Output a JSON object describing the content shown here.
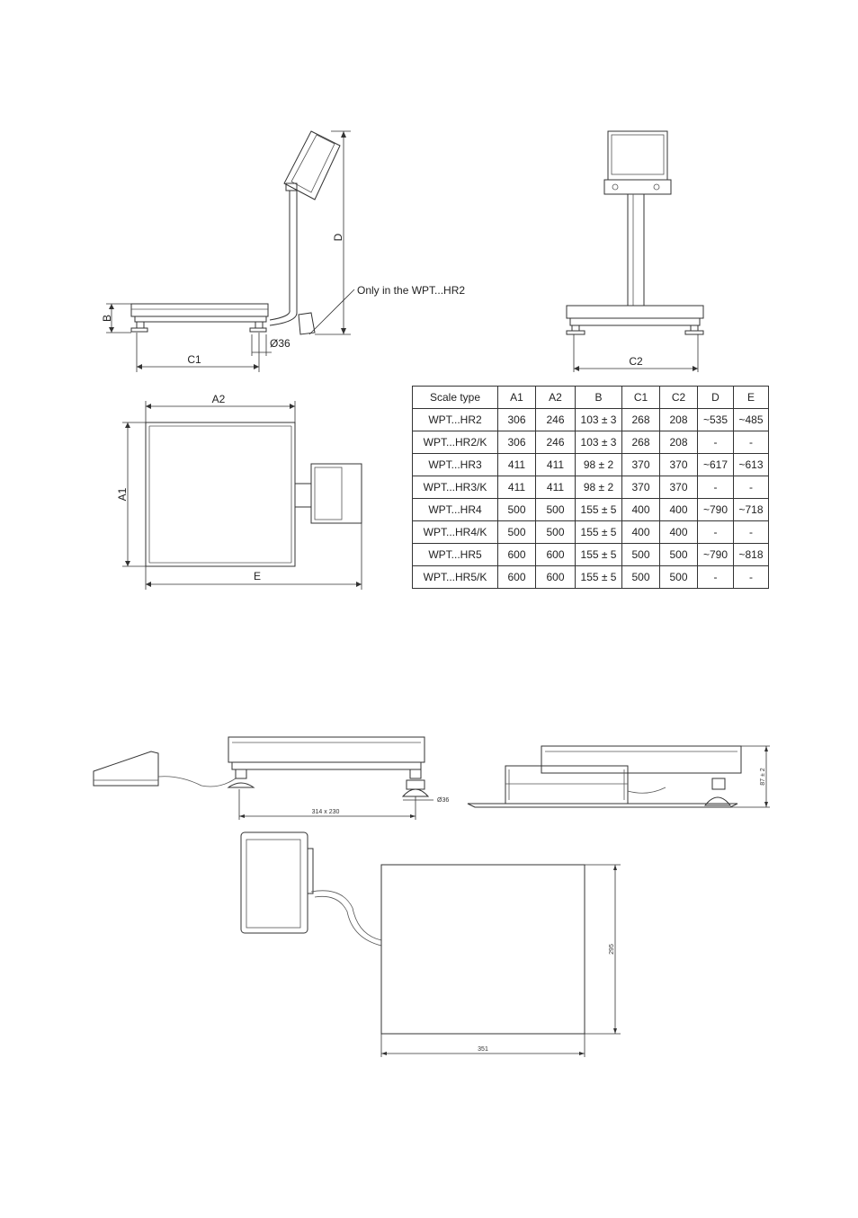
{
  "top_drawings": {
    "label_d": "D",
    "label_b": "B",
    "label_c1": "C1",
    "label_c2": "C2",
    "label_diameter": "Ø36",
    "note_hr2": "Only in the WPT...HR2",
    "label_a1": "A1",
    "label_a2": "A2",
    "label_e": "E"
  },
  "spec_table": {
    "headers": [
      "Scale type",
      "A1",
      "A2",
      "B",
      "C1",
      "C2",
      "D",
      "E"
    ],
    "rows": [
      [
        "WPT...HR2",
        "306",
        "246",
        "103 ± 3",
        "268",
        "208",
        "~535",
        "~485"
      ],
      [
        "WPT...HR2/K",
        "306",
        "246",
        "103 ± 3",
        "268",
        "208",
        "-",
        "-"
      ],
      [
        "WPT...HR3",
        "411",
        "411",
        "98 ± 2",
        "370",
        "370",
        "~617",
        "~613"
      ],
      [
        "WPT...HR3/K",
        "411",
        "411",
        "98 ± 2",
        "370",
        "370",
        "-",
        "-"
      ],
      [
        "WPT...HR4",
        "500",
        "500",
        "155 ± 5",
        "400",
        "400",
        "~790",
        "~718"
      ],
      [
        "WPT...HR4/K",
        "500",
        "500",
        "155 ± 5",
        "400",
        "400",
        "-",
        "-"
      ],
      [
        "WPT...HR5",
        "600",
        "600",
        "155 ± 5",
        "500",
        "500",
        "~790",
        "~818"
      ],
      [
        "WPT...HR5/K",
        "600",
        "600",
        "155 ± 5",
        "500",
        "500",
        "-",
        "-"
      ]
    ]
  },
  "bottom_drawings": {
    "feet_spacing": "314 x 230",
    "diameter": "Ø36",
    "height": "87 ± 2",
    "depth": "295",
    "width": "351"
  }
}
